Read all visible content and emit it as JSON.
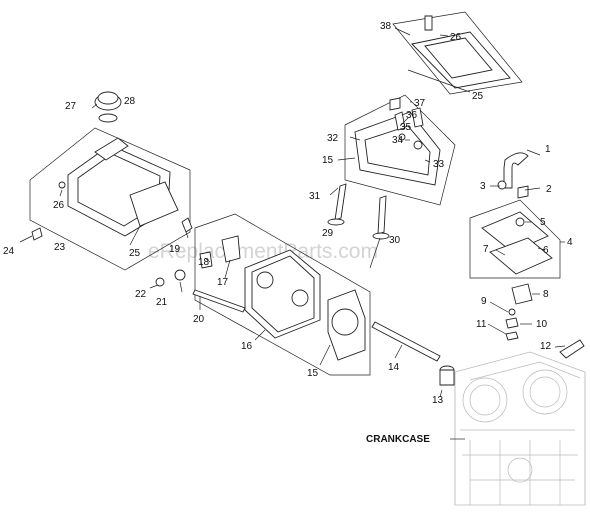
{
  "diagram": {
    "watermark": "eReplacementParts.com",
    "crankcase_label": "CRANKCASE",
    "part_numbers": [
      "1",
      "2",
      "3",
      "4",
      "5",
      "6",
      "7",
      "8",
      "9",
      "10",
      "11",
      "12",
      "13",
      "14",
      "15",
      "15",
      "16",
      "17",
      "18",
      "19",
      "20",
      "21",
      "22",
      "23",
      "24",
      "25",
      "25",
      "26",
      "26",
      "27",
      "28",
      "29",
      "30",
      "31",
      "32",
      "33",
      "34",
      "35",
      "36",
      "37",
      "38"
    ]
  }
}
